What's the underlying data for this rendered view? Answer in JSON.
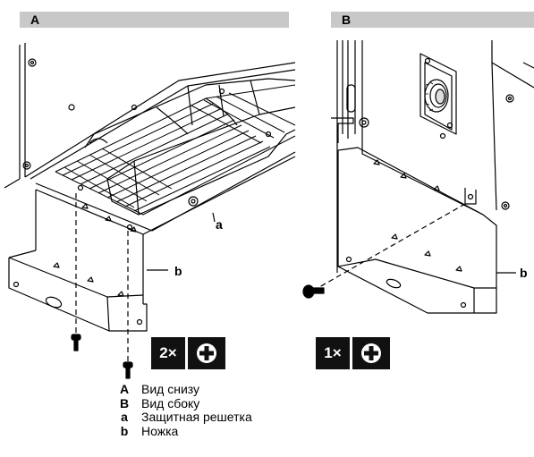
{
  "panels": {
    "A": {
      "label": "A"
    },
    "B": {
      "label": "B"
    }
  },
  "callouts": {
    "a": "a",
    "b_left": "b",
    "b_right": "b"
  },
  "badges": {
    "left": {
      "count": "2×",
      "icon": "phillips-screw-icon"
    },
    "right": {
      "count": "1×",
      "icon": "phillips-screw-icon"
    }
  },
  "legend": [
    {
      "key": "A",
      "text": "Вид снизу"
    },
    {
      "key": "B",
      "text": "Вид сбоку"
    },
    {
      "key": "a",
      "text": "Защитная решетка"
    },
    {
      "key": "b",
      "text": "Ножка"
    }
  ]
}
